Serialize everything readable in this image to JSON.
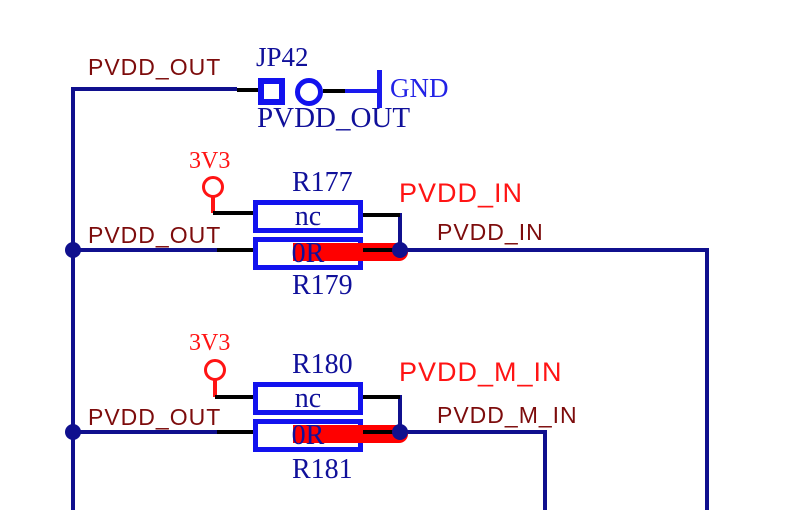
{
  "colors": {
    "wire_navy": "#10108e",
    "component_blue": "#1212ee",
    "highlight_red": "#ff0000",
    "power_red": "#ff1414",
    "net_label_maroon": "#7d0c0c",
    "designator_navy": "#10109a",
    "gnd_blue": "#2222e6",
    "pin_black": "#000000",
    "background": "#ffffff"
  },
  "top_section": {
    "out_net_label": "PVDD_OUT",
    "jumper_designator": "JP42",
    "gnd_label": "GND",
    "jumper_net_label": "PVDD_OUT"
  },
  "blocks": [
    {
      "power_rail": "3V3",
      "out_net_label": "PVDD_OUT",
      "r_nc_designator": "R177",
      "r_nc_value": "nc",
      "r_zero_designator": "R179",
      "r_zero_value": "0R",
      "in_net_title": "PVDD_IN",
      "in_net_label": "PVDD_IN"
    },
    {
      "power_rail": "3V3",
      "out_net_label": "PVDD_OUT",
      "r_nc_designator": "R180",
      "r_nc_value": "nc",
      "r_zero_designator": "R181",
      "r_zero_value": "0R",
      "in_net_title": "PVDD_M_IN",
      "in_net_label": "PVDD_M_IN"
    }
  ]
}
